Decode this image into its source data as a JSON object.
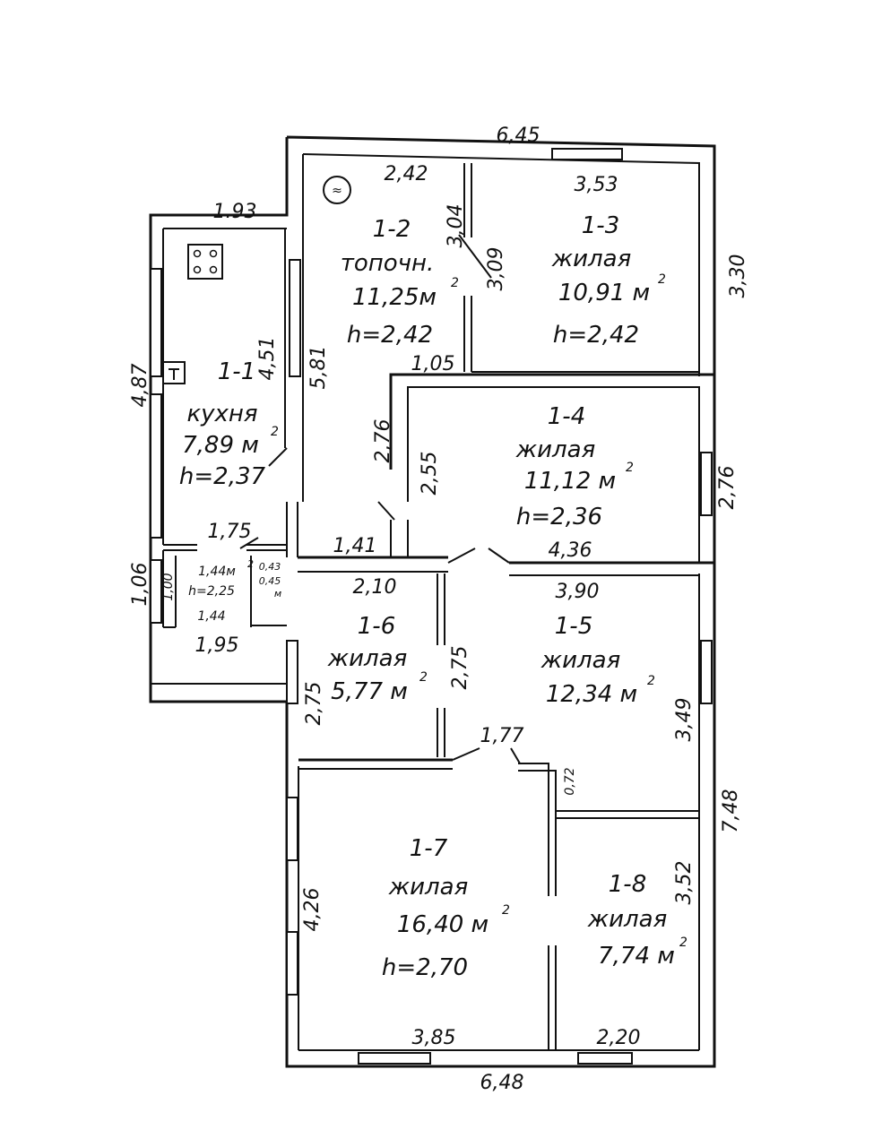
{
  "plan": {
    "dimensions": {
      "top_total": "6,45",
      "bottom_total": "6,48",
      "kitchen_top": "1.93",
      "kitchen_left": "4,87",
      "kitchen_inner_right": "4,51",
      "kitchen_bottom": "1,75",
      "hall_right": "5,81",
      "r12_top": "2,42",
      "r12_door_a": "3,04",
      "r12_door_b": "3,09",
      "r12_bottom": "1,05",
      "r13_top": "3,53",
      "r13_right": "3,30",
      "r14_left_a": "2,76",
      "r14_left_b": "2,55",
      "r14_right": "2,76",
      "r14_bottom": "4,36",
      "hall_bottom": "1,41",
      "r16_top": "2,10",
      "r16_left": "2,75",
      "r16_right": "2,75",
      "r15_top": "3,90",
      "r15_right": "3,49",
      "r15_mid": "0,72",
      "doorway": "1,77",
      "outer_right": "7,48",
      "r17_left": "4,26",
      "r17_bottom": "3,85",
      "r18_right": "3,52",
      "r18_bottom": "2,20",
      "vest_left_a": "1,06",
      "vest_left_b": "1,00",
      "vest_small_w": "0,43",
      "vest_small_area": "0,45",
      "vest_bottom_inner": "1,44",
      "vest_bottom": "1,95"
    },
    "rooms": {
      "r11": {
        "id": "1-1",
        "name": "кухня",
        "area": "7,89 м",
        "height": "h=2,37"
      },
      "r12": {
        "id": "1-2",
        "name": "топочн.",
        "area": "11,25м",
        "height": "h=2,42"
      },
      "r13": {
        "id": "1-3",
        "name": "жилая",
        "area": "10,91 м",
        "height": "h=2,42"
      },
      "r14": {
        "id": "1-4",
        "name": "жилая",
        "area": "11,12 м",
        "height": "h=2,36"
      },
      "r15": {
        "id": "1-5",
        "name": "жилая",
        "area": "12,34 м"
      },
      "r16": {
        "id": "1-6",
        "name": "жилая",
        "area": "5,77 м"
      },
      "r17": {
        "id": "1-7",
        "name": "жилая",
        "area": "16,40 м",
        "height": "h=2,70"
      },
      "r18": {
        "id": "1-8",
        "name": "жилая",
        "area": "7,74 м"
      },
      "vestibule": {
        "area": "1,44м",
        "height": "h=2,25",
        "unit_small": "м"
      }
    },
    "superscript": "2",
    "heating_symbol": "≈"
  }
}
